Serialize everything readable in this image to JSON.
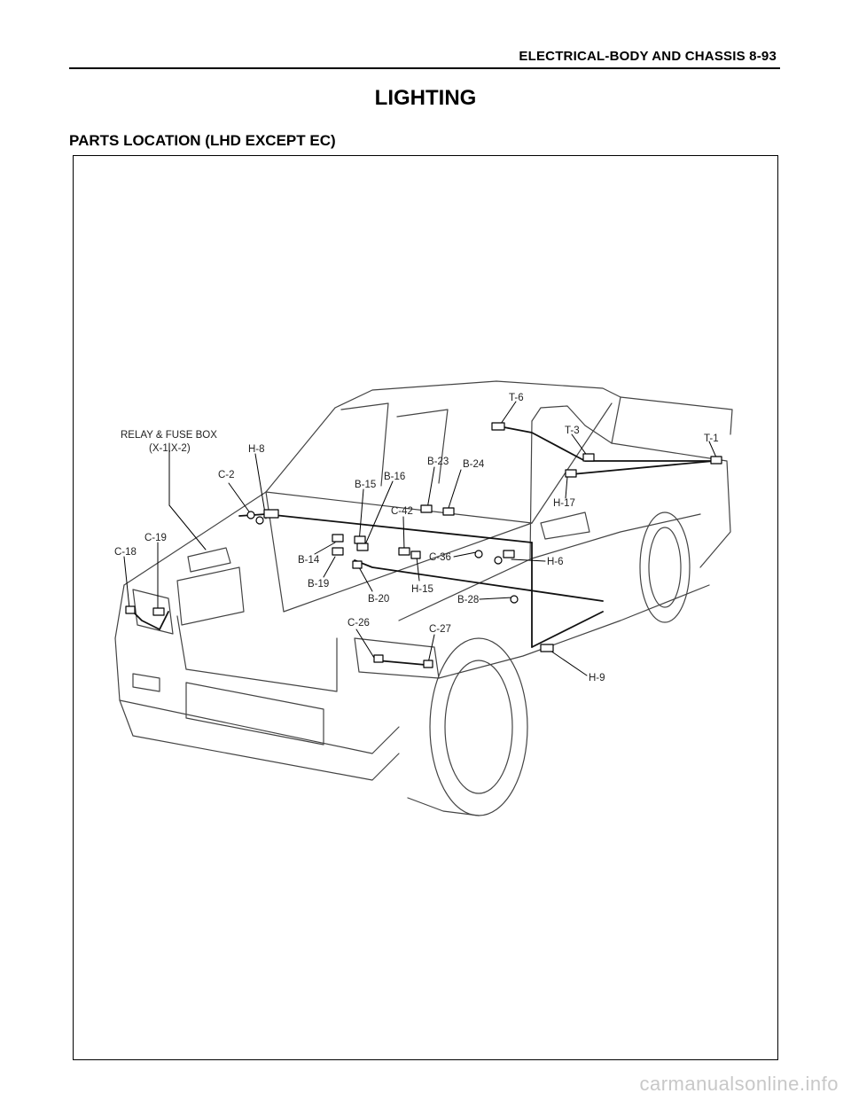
{
  "header": {
    "section_title": "ELECTRICAL-BODY AND CHASSIS  8-93"
  },
  "page": {
    "title": "LIGHTING",
    "subtitle": "PARTS LOCATION (LHD EXCEPT EC)"
  },
  "labels": {
    "relay_fuse_box": "RELAY & FUSE BOX",
    "relay_fuse_box_codes": "(X-1,X-2)",
    "h8": "H-8",
    "c2": "C-2",
    "c19": "C-19",
    "c18": "C-18",
    "b15": "B-15",
    "b16": "B-16",
    "b23": "B-23",
    "b24": "B-24",
    "c42": "C-42",
    "b14": "B-14",
    "b19": "B-19",
    "b20": "B-20",
    "c36": "C-36",
    "h15": "H-15",
    "h6": "H-6",
    "b28": "B-28",
    "c26": "C-26",
    "c27": "C-27",
    "h9": "H-9",
    "t6": "T-6",
    "t3": "T-3",
    "t1": "T-1",
    "h17": "H-17"
  },
  "watermark": "carmanualsonline.info"
}
